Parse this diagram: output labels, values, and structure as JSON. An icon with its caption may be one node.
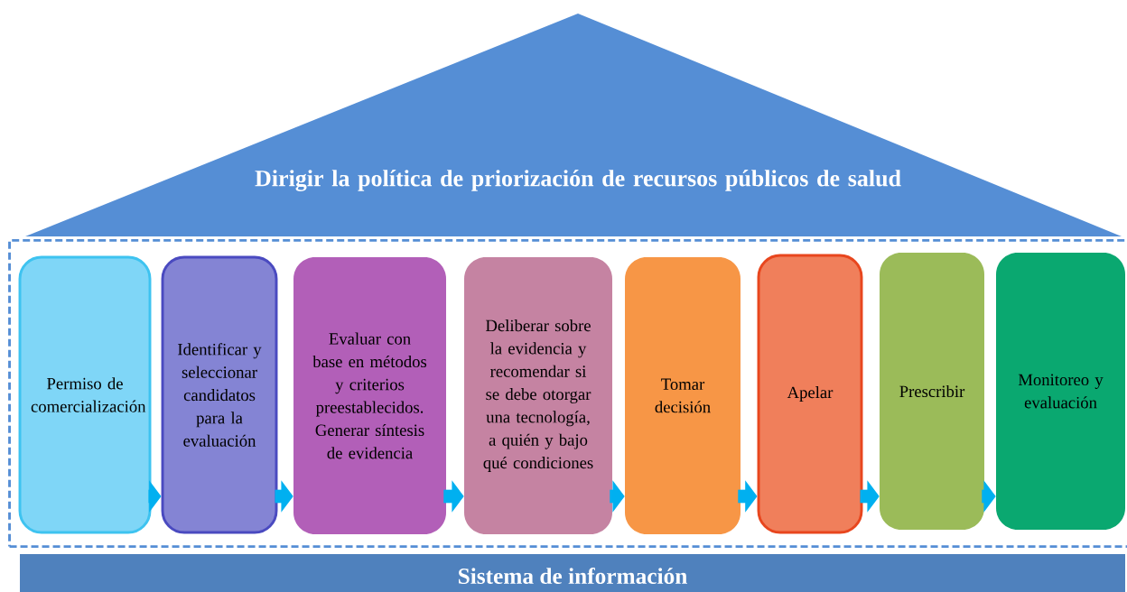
{
  "diagram": {
    "nodes": [
      {
        "text": [
          "Dirigir la política de priorización de recursos públicos de salud"
        ]
      },
      {
        "text": [],
        "shape": "box"
      },
      {
        "text": [
          "Permiso de comercialización"
        ],
        "in": 1
      },
      {
        "text": [
          "Identificar y seleccionar candidatos para la evaluación"
        ],
        "in": 1
      },
      {
        "text": [
          "Evaluar con base en métodos y criterios preestablecidos. Generar síntesis de evidencia"
        ],
        "in": 1
      },
      {
        "text": [
          "Deliberar sobre la evidencia y recomendar si se debe otorgar una tecnología, a quién y bajo qué condiciones"
        ],
        "in": 1
      },
      {
        "text": [
          "Tomar decisión"
        ],
        "in": 1
      },
      {
        "text": [
          "Apelar"
        ],
        "in": 1
      },
      {
        "text": [
          "Prescribir"
        ],
        "in": 1
      },
      {
        "text": [
          "Monitoreo y evaluación"
        ],
        "in": 1
      },
      {
        "text": [
          "Sistema de información"
        ]
      }
    ],
    "edges": [
      {
        "from": 2,
        "to": 3,
        "arrow": "to"
      },
      {
        "from": 3,
        "to": 4,
        "arrow": "to"
      },
      {
        "from": 4,
        "to": 5,
        "arrow": "to"
      },
      {
        "from": 5,
        "to": 6,
        "arrow": "to"
      },
      {
        "from": 6,
        "to": 7,
        "arrow": "to"
      },
      {
        "from": 7,
        "to": 8,
        "arrow": "to"
      },
      {
        "from": 8,
        "to": 9,
        "arrow": "to"
      }
    ]
  }
}
